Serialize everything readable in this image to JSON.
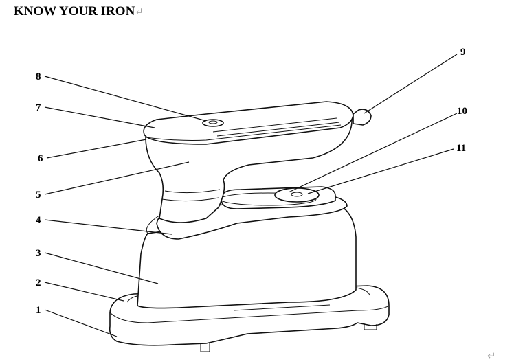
{
  "document": {
    "title": "KNOW YOUR IRON",
    "paragraph_mark": "↵"
  },
  "diagram": {
    "callouts": [
      "1",
      "2",
      "3",
      "4",
      "5",
      "6",
      "7",
      "8",
      "9",
      "10",
      "11"
    ]
  }
}
